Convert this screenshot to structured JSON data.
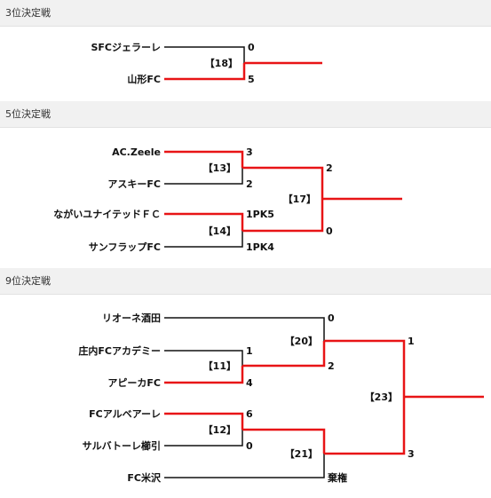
{
  "sections": [
    {
      "header": "3位決定戦",
      "teams": [
        "SFCジェラーレ",
        "山形FC"
      ],
      "scores": [
        "0",
        "5"
      ],
      "matches": [
        "【18】"
      ]
    },
    {
      "header": "5位決定戦",
      "teams": [
        "AC.Zeele",
        "アスキーFC",
        "ながいユナイテッドＦＣ",
        "サンフラップFC"
      ],
      "scores": [
        "3",
        "2",
        "1PK5",
        "1PK4",
        "2",
        "0"
      ],
      "matches": [
        "【13】",
        "【14】",
        "【17】"
      ]
    },
    {
      "header": "9位決定戦",
      "teams": [
        "リオーネ酒田",
        "庄内FCアカデミー",
        "アピーカFC",
        "FCアルベアーレ",
        "サルバトーレ櫛引",
        "FC米沢"
      ],
      "scores": [
        "0",
        "1",
        "2",
        "4",
        "6",
        "0",
        "1",
        "3",
        "棄権"
      ],
      "matches": [
        "【20】",
        "【11】",
        "【23】",
        "【12】",
        "【21】"
      ]
    }
  ],
  "colors": {
    "winner_line": "#e81416",
    "loser_line": "#111111",
    "header_bg": "#f1f1f1"
  }
}
